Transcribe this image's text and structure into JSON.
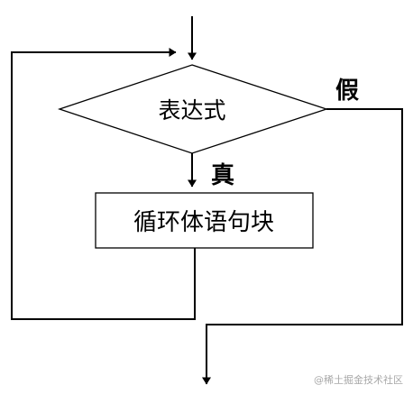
{
  "flowchart": {
    "condition_label": "表达式",
    "loop_body_label": "循环体语句块",
    "true_label": "真",
    "false_label": "假"
  },
  "watermark": {
    "text": "@稀土掘金技术社区"
  },
  "colors": {
    "line": "#000000",
    "watermark_text": "#a8a8a8",
    "background": "#ffffff"
  }
}
